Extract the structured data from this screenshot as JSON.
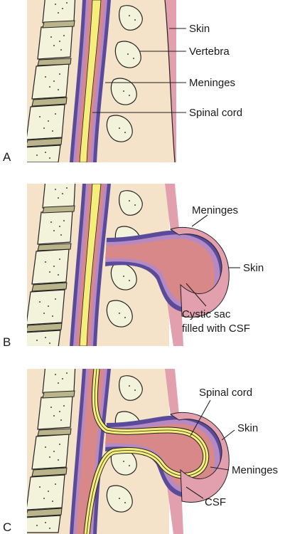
{
  "colors": {
    "tissue": "#f4e3c9",
    "skin": "#e2a0ae",
    "meninges_outer": "#5a4a9a",
    "meninges_inner": "#b58ac4",
    "csf_fill": "#d88888",
    "cord": "#f6ee7a",
    "bone": "#f3f3dc",
    "disc": "#b9b48a",
    "outline": "#222222"
  },
  "panels": [
    {
      "id": "A",
      "letter": "A",
      "labels": {
        "skin": "Skin",
        "vertebra": "Vertebra",
        "meninges": "Meninges",
        "spinal_cord": "Spinal cord"
      }
    },
    {
      "id": "B",
      "letter": "B",
      "labels": {
        "meninges": "Meninges",
        "skin": "Skin",
        "cystic_sac_1": "Cystic sac",
        "cystic_sac_2": "filled with CSF"
      }
    },
    {
      "id": "C",
      "letter": "C",
      "labels": {
        "spinal_cord": "Spinal cord",
        "skin": "Skin",
        "meninges": "Meninges",
        "csf": "CSF"
      }
    }
  ]
}
